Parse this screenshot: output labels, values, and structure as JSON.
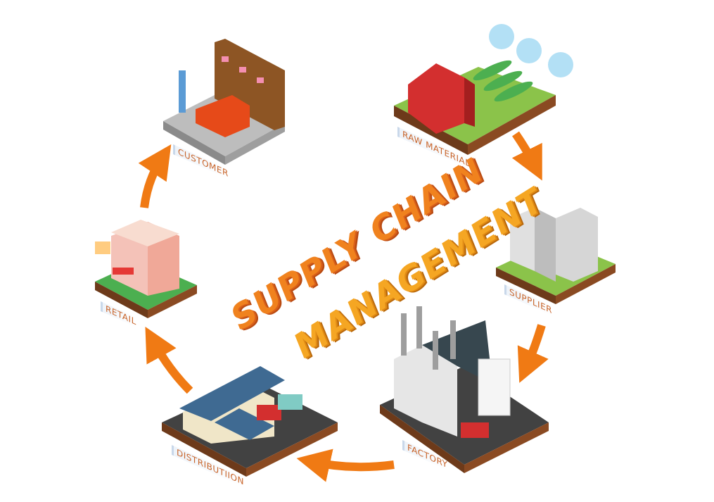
{
  "title": {
    "line1": "SUPPLY CHAIN",
    "line2": "MANAGEMENT"
  },
  "stages": [
    {
      "label": "RAW MATERIAL"
    },
    {
      "label": "SUPPLIER"
    },
    {
      "label": "FACTORY"
    },
    {
      "label": "DISTRIBUTIION"
    },
    {
      "label": "RETAIL"
    },
    {
      "label": "CUSTOMER"
    }
  ],
  "colors": {
    "arrow": "#f07a14",
    "title": "#f0821e",
    "label": "#c8642a",
    "grass": "#8bc34a",
    "base": "#7a3b1c"
  }
}
